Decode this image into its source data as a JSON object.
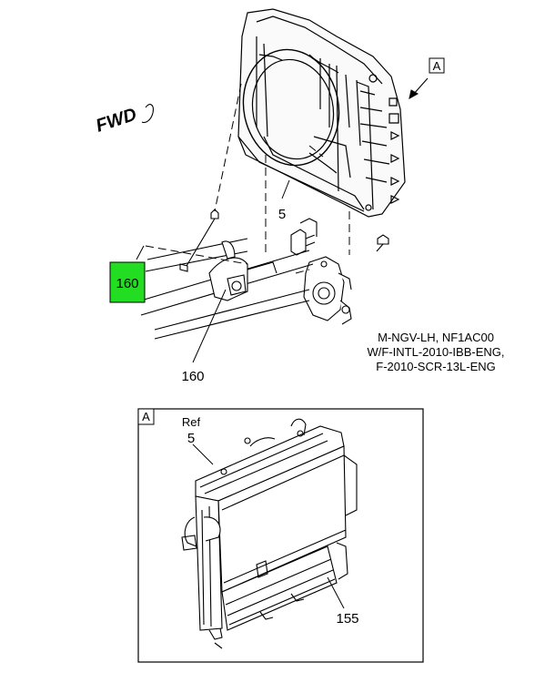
{
  "labels": {
    "fwd": "FWD",
    "callout_a_top": "A",
    "callout_5_top": "5",
    "callout_160_highlight": "160",
    "callout_160_lower": "160",
    "note_line1": "M-NGV-LH, NF1AC00",
    "note_line2": "W/F-INTL-2010-IBB-ENG,",
    "note_line3": "F-2010-SCR-13L-ENG",
    "detail_a_letter": "A",
    "detail_ref": "Ref",
    "detail_5": "5",
    "detail_155": "155"
  },
  "colors": {
    "highlight": "#22dd22",
    "line": "#000000"
  }
}
